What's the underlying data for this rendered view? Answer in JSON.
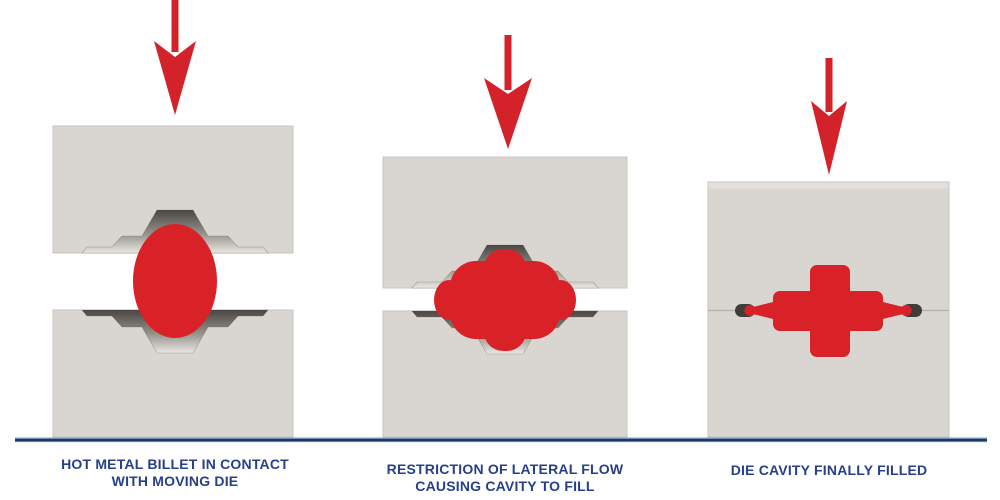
{
  "stages": [
    {
      "caption": [
        "HOT METAL BILLET IN CONTACT",
        "WITH MOVING DIE"
      ]
    },
    {
      "caption": [
        "RESTRICTION OF LATERAL FLOW",
        "CAUSING CAVITY TO FILL"
      ]
    },
    {
      "caption": [
        "DIE CAVITY FINALLY FILLED",
        ""
      ]
    }
  ],
  "colors": {
    "background": "#ffffff",
    "die_gray": "#d9d6d1",
    "die_edge": "#c8c5c0",
    "die_highlight": "#e3e0db",
    "cavity_dark": "#4a4743",
    "cavity_mid": "#95918b",
    "cavity_light": "#e9e7e2",
    "metal_red": "#d92128",
    "arrow_red": "#d4222a",
    "caption_blue": "#274089",
    "baseline_navy": "#1c3a5e",
    "baseline_highlight": "#7da2cf",
    "seam_gray": "#b3afaa",
    "flash_dark": "#3f3d3a"
  }
}
